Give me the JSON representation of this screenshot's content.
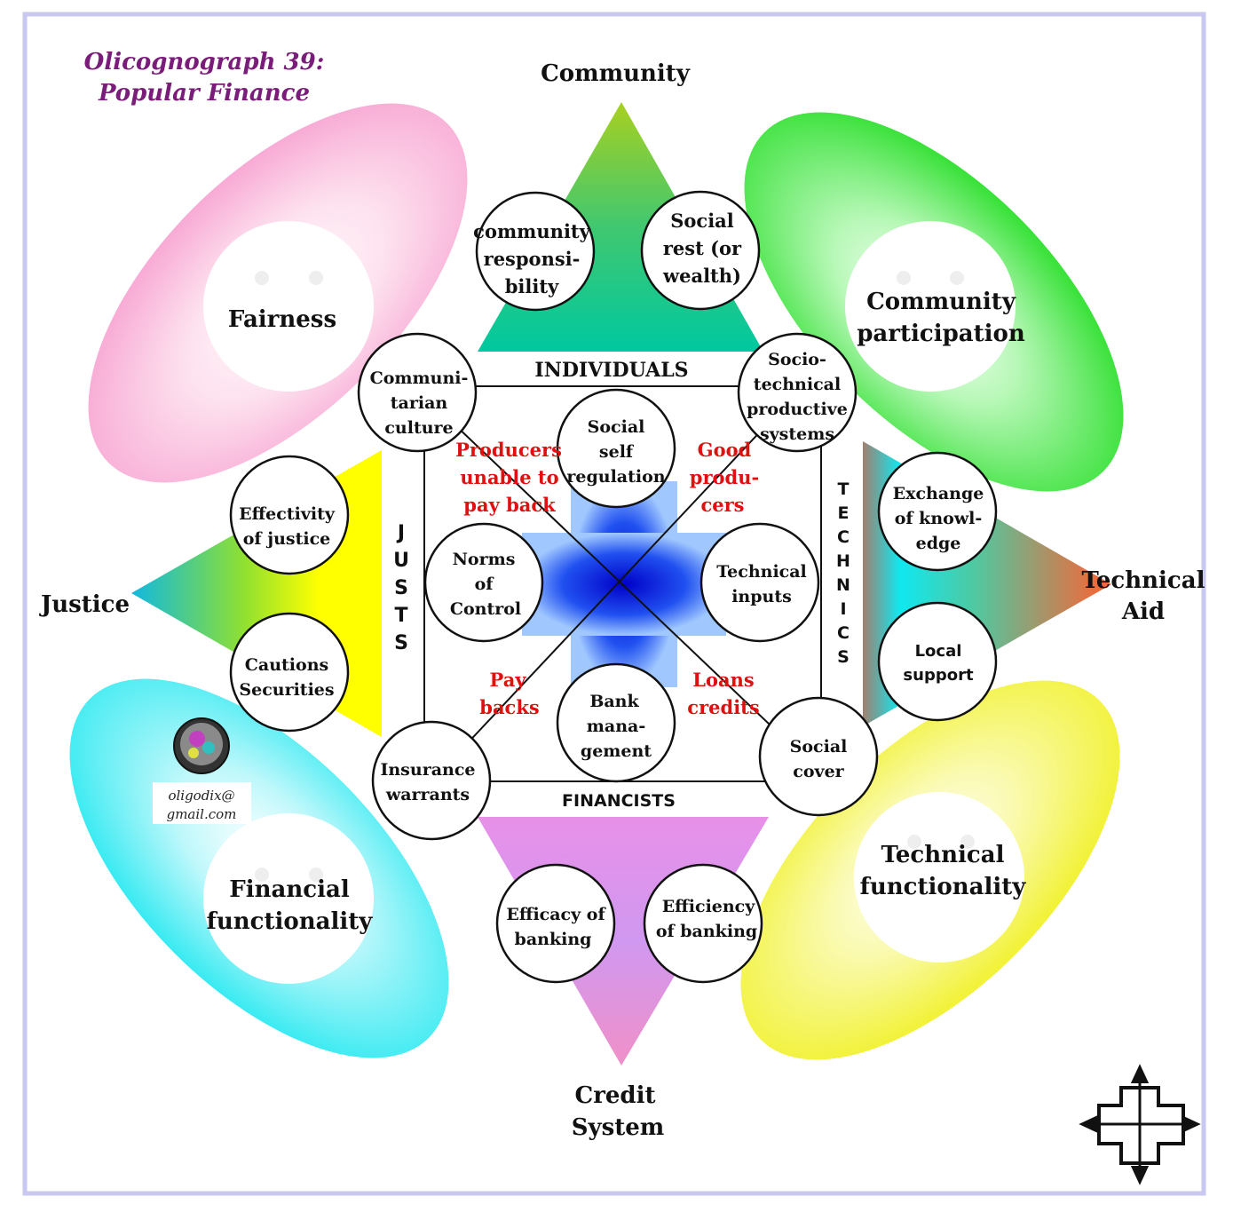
{
  "title": {
    "line1": "Olicognograph 39:",
    "line2": "Popular Finance"
  },
  "axes": {
    "community": "Community",
    "justice": "Justice",
    "technical_aid": [
      "Technical",
      "Aid"
    ],
    "credit_system": [
      "Credit",
      "System"
    ]
  },
  "ellipses": {
    "fairness": "Fairness",
    "community_participation": [
      "Community",
      "participation"
    ],
    "financial_functionality": [
      "Financial",
      "functionality"
    ],
    "technical_functionality": [
      "Technical",
      "functionality"
    ]
  },
  "square_labels": {
    "top": "INDIVIDUALS",
    "bottom": "FINANCISTS",
    "left": [
      "J",
      "U",
      "S",
      "T",
      "S"
    ],
    "right": [
      "T",
      "E",
      "C",
      "H",
      "N",
      "I",
      "C",
      "S"
    ]
  },
  "circles": {
    "community_responsibility": [
      "community",
      "responsi-",
      "bility"
    ],
    "social_rest": [
      "Social",
      "rest (or",
      "wealth)"
    ],
    "communitarian_culture": [
      "Communi-",
      "tarian",
      "culture"
    ],
    "sociotechnical_systems": [
      "Socio-",
      "technical",
      "productive",
      "systems"
    ],
    "social_self_regulation": [
      "Social",
      "self",
      "regulation"
    ],
    "norms_of_control": [
      "Norms",
      "of",
      "Control"
    ],
    "technical_inputs": [
      "Technical",
      "inputs"
    ],
    "bank_management": [
      "Bank",
      "mana-",
      "gement"
    ],
    "insurance_warrants": [
      "Insurance",
      "warrants"
    ],
    "social_cover": [
      "Social",
      "cover"
    ],
    "effectivity_of_justice": [
      "Effectivity",
      "of justice"
    ],
    "cautions_securities": [
      "Cautions",
      "Securities"
    ],
    "exchange_of_knowledge": [
      "Exchange",
      "of knowl-",
      "edge"
    ],
    "local_support": [
      "Local",
      "support"
    ],
    "efficacy_of_banking": [
      "Efficacy of",
      "banking"
    ],
    "efficiency_of_banking": [
      "Efficiency",
      "of banking"
    ]
  },
  "red_labels": {
    "producers_unable": [
      "Producers",
      "unable to",
      "pay  back"
    ],
    "good_producers": [
      "Good",
      "produ-",
      "cers"
    ],
    "pay_backs": [
      "Pay",
      "backs"
    ],
    "loans_credits": [
      "Loans",
      "credits"
    ]
  },
  "email": [
    "oligodix@",
    "gmail.com"
  ],
  "colors": {
    "border": "#c8c8f0",
    "title": "#7a1c7a",
    "red_text": "#e01010",
    "community_triangle": "#00c8a0",
    "justice_triangle": "#ffff00",
    "technical_triangle": "#ff6a30",
    "credit_triangle": "#f090d0",
    "fairness": "#f7a0d0",
    "community_participation": "#22dd22",
    "financial_functionality": "#22e8f0",
    "technical_functionality": "#f0f020",
    "cross": "#1a20e0"
  }
}
